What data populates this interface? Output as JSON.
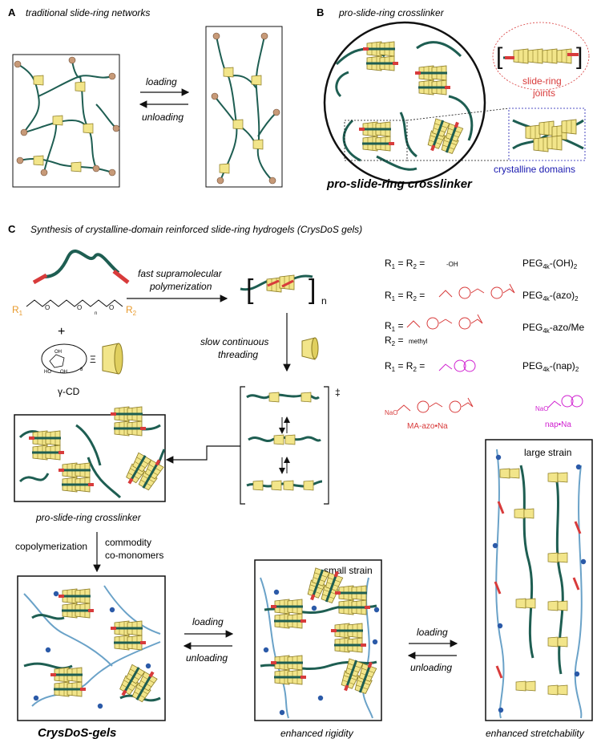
{
  "colors": {
    "chain": "#1e5e52",
    "ring_fill": "#f2e58a",
    "ring_stroke": "#8a7a22",
    "red": "#d83b3b",
    "blue_strand": "#6aa2c8",
    "node": "#2b5aa8",
    "bead": "#c79a78",
    "magenta": "#d020d0",
    "orange": "#e89a2c",
    "crystal_blue": "#1a1ab0"
  },
  "panel_a": {
    "letter": "A",
    "title": "traditional slide-ring networks",
    "loading": "loading",
    "unloading": "unloading"
  },
  "panel_b": {
    "letter": "B",
    "title": "pro-slide-ring crosslinker",
    "caption": "pro-slide-ring crosslinker",
    "joint_label": "slide-ring joints",
    "crystal_label": "crystalline domains"
  },
  "panel_c": {
    "letter": "C",
    "title": "Synthesis of crystalline-domain reinforced slide-ring hydrogels (CrysDoS gels)",
    "step1": "fast supramolecular polymerization",
    "step2": "slow continuous threading",
    "subscript_n": "n",
    "dagger": "‡",
    "r1": "R",
    "r2": "R",
    "plus": "+",
    "equiv": "Ξ",
    "gamma_cd": "γ-CD",
    "crosslinker_caption": "pro-slide-ring crosslinker",
    "copolym": "copolymerization",
    "comonomers_1": "commodity",
    "comonomers_2": "co-monomers",
    "gels_caption": "CrysDoS-gels",
    "loading": "loading",
    "unloading": "unloading",
    "small_strain": "small strain",
    "large_strain": "large strain",
    "rigidity": "enhanced rigidity",
    "stretch": "enhanced stretchability",
    "legend": [
      {
        "lhs": "R1 = R2 =",
        "group": "-OH",
        "name": "PEG4k-(OH)2"
      },
      {
        "lhs": "R1 = R2 =",
        "group": "",
        "name": "PEG4k-(azo)2"
      },
      {
        "lhs": "R1 =",
        "group": "",
        "name": "PEG4k-azo/Me"
      },
      {
        "lhs": "R2 =",
        "group": "methyl",
        "name": ""
      },
      {
        "lhs": "R1 = R2 =",
        "group": "",
        "name": "PEG4k-(nap)2"
      }
    ],
    "ma_azo": "MA-azo•Na",
    "nap_na": "nap•Na",
    "na_o": "NaO"
  }
}
